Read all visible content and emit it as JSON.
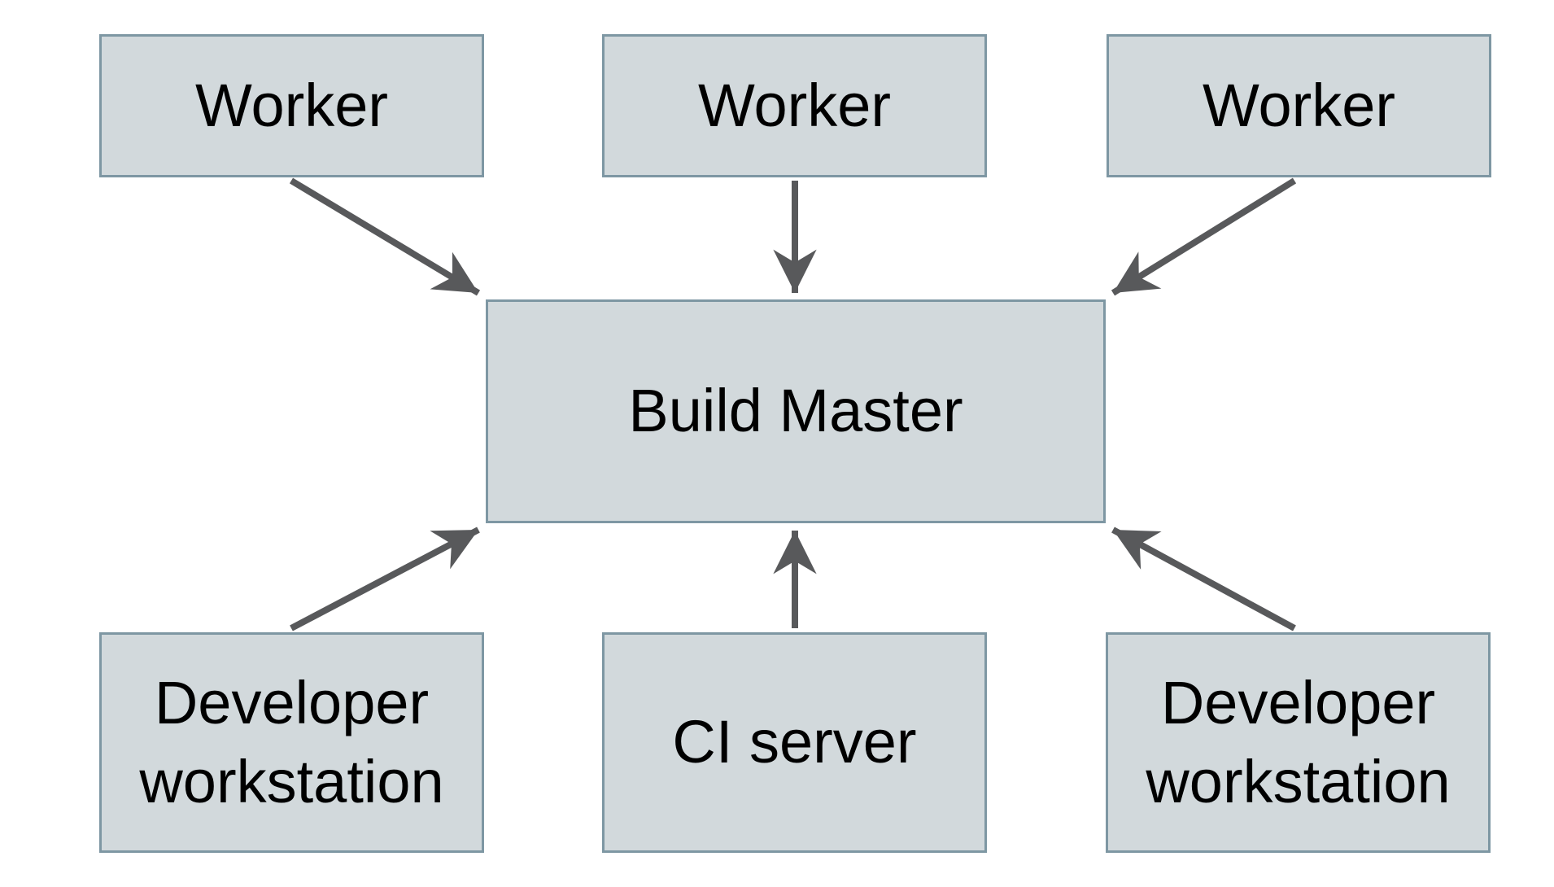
{
  "diagram": {
    "background_color": "#ffffff",
    "node_style": {
      "fill_color": "#d2d9dc",
      "border_color": "#7e97a3",
      "text_color": "#000000"
    },
    "arrow_color": "#58595b",
    "nodes": {
      "worker1": {
        "label": "Worker"
      },
      "worker2": {
        "label": "Worker"
      },
      "worker3": {
        "label": "Worker"
      },
      "buildMaster": {
        "label": "Build Master"
      },
      "devWorkstationLeft": {
        "label": "Developer workstation"
      },
      "ciServer": {
        "label": "CI server"
      },
      "devWorkstationRight": {
        "label": "Developer workstation"
      }
    },
    "edges": [
      {
        "from": "worker1",
        "to": "buildMaster"
      },
      {
        "from": "worker2",
        "to": "buildMaster"
      },
      {
        "from": "worker3",
        "to": "buildMaster"
      },
      {
        "from": "devWorkstationLeft",
        "to": "buildMaster"
      },
      {
        "from": "ciServer",
        "to": "buildMaster"
      },
      {
        "from": "devWorkstationRight",
        "to": "buildMaster"
      }
    ]
  }
}
